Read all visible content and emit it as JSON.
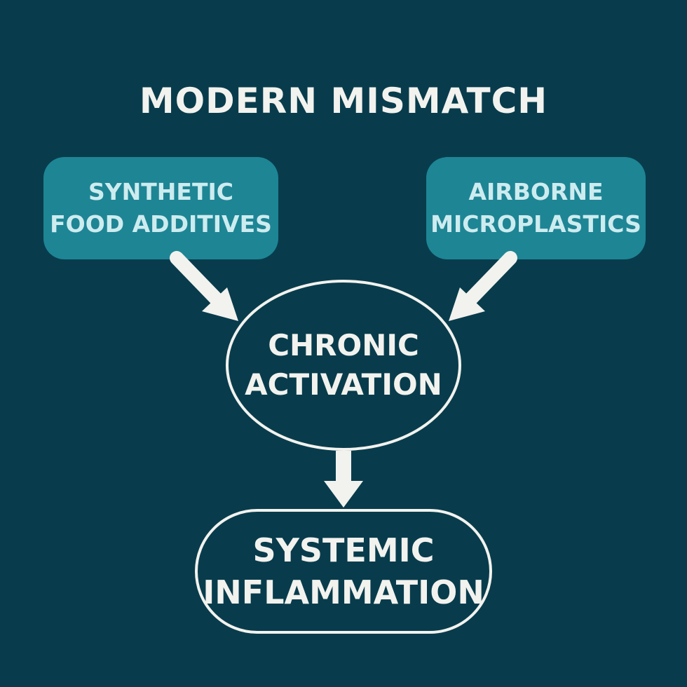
{
  "title": "MODERN MISMATCH",
  "nodes": {
    "food_additives": {
      "line1": "SYNTHETIC",
      "line2": "FOOD ADDITIVES"
    },
    "microplastics": {
      "line1": "AIRBORNE",
      "line2": "MICROPLASTICS"
    },
    "chronic_activation": {
      "line1": "CHRONIC",
      "line2": "ACTIVATION"
    },
    "systemic_inflammation": {
      "line1": "SYSTEMIC",
      "line2": "INFLAMMATION"
    }
  },
  "colors": {
    "background": "#083c4c",
    "source_box": "#1e8595",
    "source_text": "#cdecef",
    "foreground": "#f2f2ee"
  }
}
